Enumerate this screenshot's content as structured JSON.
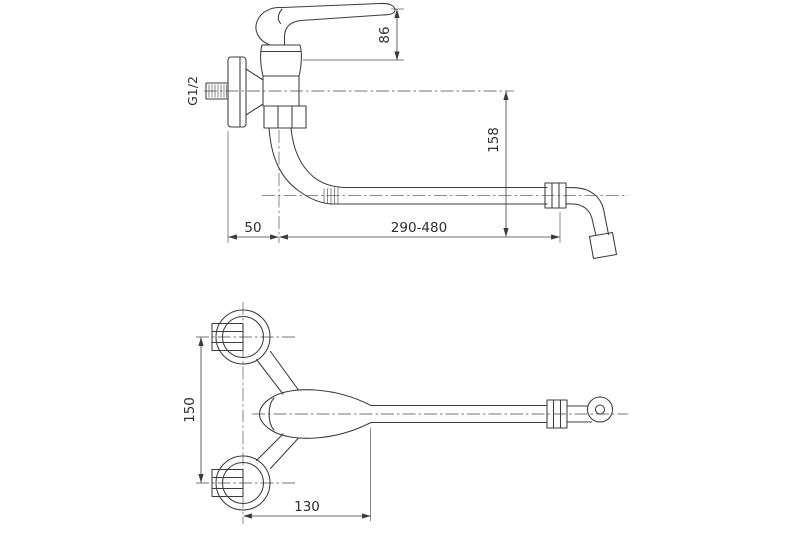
{
  "canvas": {
    "background": "#ffffff",
    "line_color": "#3c3c3c",
    "text_color": "#2e2e2e"
  },
  "drawing": {
    "side_view": {
      "thread_label": "G1/2",
      "dim_lever_height": "86",
      "dim_drop": "158",
      "dim_wall_offset": "50",
      "dim_reach": "290-480"
    },
    "plan_view": {
      "dim_mount_spacing": "150",
      "dim_body_length": "130"
    }
  }
}
